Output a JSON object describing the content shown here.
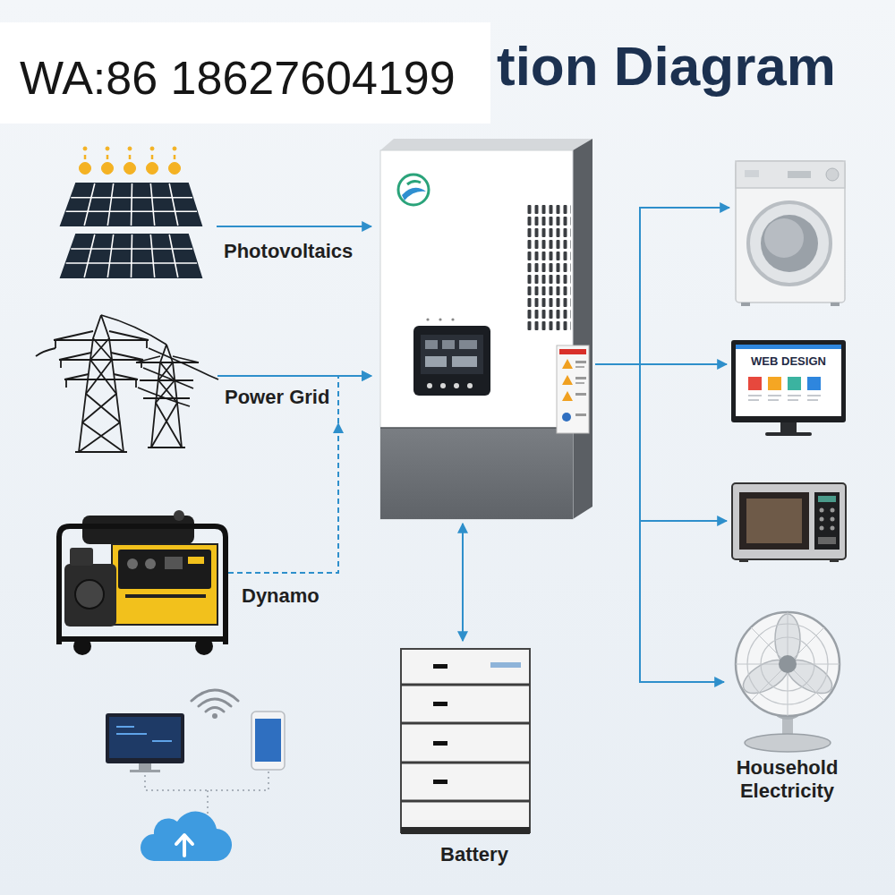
{
  "diagram": {
    "title": "tion Diagram",
    "nodes": [
      {
        "text": [
          "Photovoltaics"
        ]
      },
      {
        "text": [
          "Power Grid"
        ]
      },
      {
        "text": [
          "Dynamo"
        ]
      },
      {
        "text": []
      },
      {
        "text": [
          "Battery"
        ]
      },
      {
        "text": []
      },
      {
        "text": [
          "WEB DESIGN"
        ]
      },
      {
        "text": []
      },
      {
        "text": [
          "Household Electricity"
        ]
      }
    ],
    "edges": [
      {
        "from": 0,
        "to": 3,
        "arrow": "to"
      },
      {
        "from": 1,
        "to": 3,
        "arrow": "to"
      },
      {
        "from": 2,
        "to": 3,
        "arrow": "to"
      },
      {
        "from": 3,
        "to": 4,
        "arrow": "both"
      },
      {
        "from": 3,
        "to": 5,
        "arrow": "to"
      },
      {
        "from": 3,
        "to": 6,
        "arrow": "to"
      },
      {
        "from": 3,
        "to": 7,
        "arrow": "to"
      },
      {
        "from": 3,
        "to": 8,
        "arrow": "to"
      }
    ],
    "labels": [
      "WA:86 18627604199"
    ]
  }
}
